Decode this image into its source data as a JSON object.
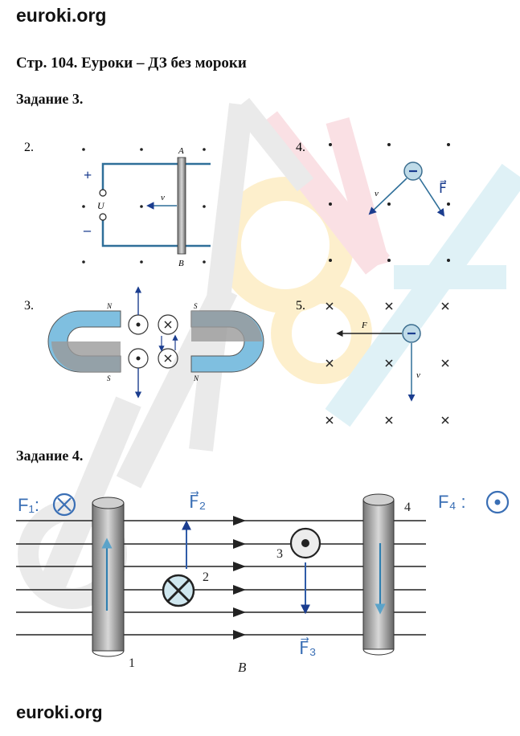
{
  "header": {
    "site": "euroki.org"
  },
  "page_title": "Стр. 104. Еуроки – ДЗ без мороки",
  "task3": {
    "heading": "Задание 3.",
    "panel2": {
      "number": "2.",
      "top_label": "A",
      "bottom_label": "B",
      "plus": "+",
      "minus": "–",
      "voltage": "U",
      "velocity": "v⃗"
    },
    "panel3": {
      "number": "3.",
      "n_top_left": "N",
      "s_bottom_left": "S",
      "s_top_right": "S",
      "n_bottom_right": "N"
    },
    "panel4": {
      "number": "4.",
      "velocity": "v⃗",
      "force": "F⃗"
    },
    "panel5": {
      "number": "5.",
      "force": "F⃗",
      "velocity": "v⃗"
    }
  },
  "task4": {
    "heading": "Задание 4.",
    "f1_label": "F₁:",
    "f2_label": "F⃗₂",
    "f3_label": "F⃗₃",
    "f4_label": "F₄ :",
    "b_label": "B⃗",
    "n1": "1",
    "n2": "2",
    "n3": "3",
    "n4": "4"
  },
  "footer": {
    "site": "euroki.org"
  },
  "colors": {
    "blue": "#5ba3c9",
    "watermark_gray": "#d9d9d9",
    "watermark_pink": "#f7c8cf",
    "watermark_yellow": "#fde3a3",
    "watermark_cyan": "#c6e6ef"
  }
}
